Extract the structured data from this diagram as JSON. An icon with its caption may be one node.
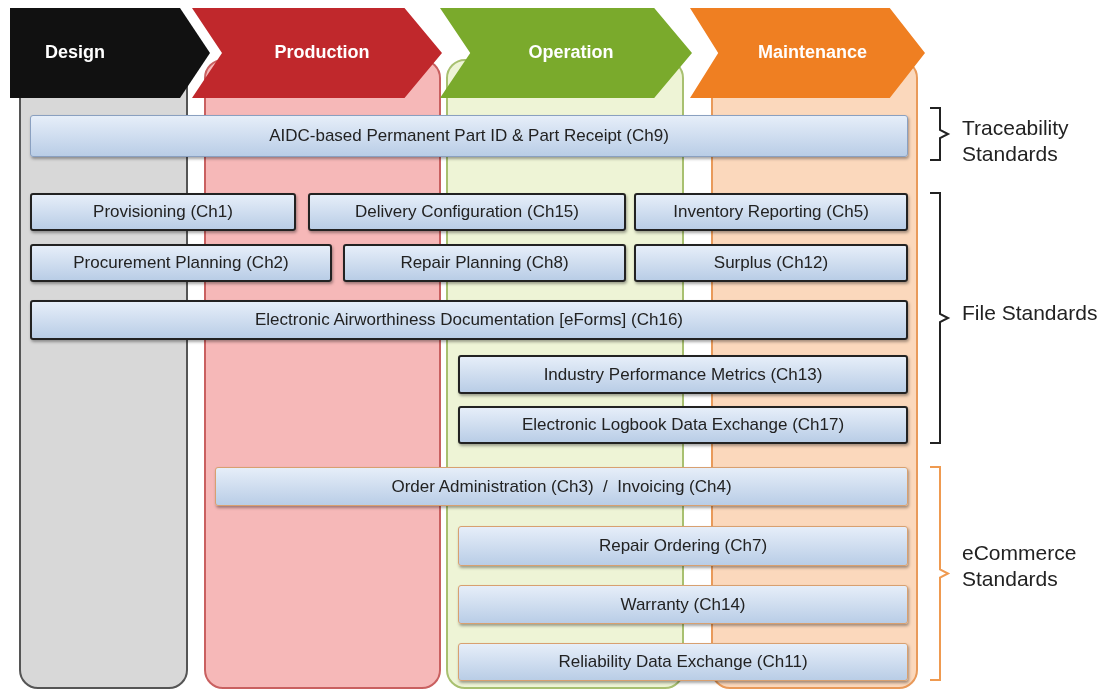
{
  "diagram": {
    "nodes": [
      {
        "text": [
          "Design"
        ]
      },
      {
        "text": [
          "Production"
        ]
      },
      {
        "text": [
          "Operation"
        ]
      },
      {
        "text": [
          "Maintenance"
        ]
      },
      {
        "text": [
          "AIDC-based Permanent Part ID & Part Receipt (Ch9)"
        ]
      },
      {
        "text": [
          "Provisioning (Ch1)"
        ]
      },
      {
        "text": [
          "Delivery Configuration (Ch15)"
        ]
      },
      {
        "text": [
          "Inventory Reporting (Ch5)"
        ]
      },
      {
        "text": [
          "Procurement Planning (Ch2)"
        ]
      },
      {
        "text": [
          "Repair Planning (Ch8)"
        ]
      },
      {
        "text": [
          "Surplus (Ch12)"
        ]
      },
      {
        "text": [
          "Electronic Airworthiness Documentation [eForms] (Ch16)"
        ]
      },
      {
        "text": [
          "Industry Performance Metrics (Ch13)"
        ]
      },
      {
        "text": [
          "Electronic Logbook Data Exchange (Ch17)"
        ]
      },
      {
        "text": [
          "Order Administration (Ch3)  /  Invoicing (Ch4)"
        ]
      },
      {
        "text": [
          "Repair Ordering (Ch7)"
        ]
      },
      {
        "text": [
          "Warranty (Ch14)"
        ]
      },
      {
        "text": [
          "Reliability Data Exchange (Ch11)"
        ]
      }
    ],
    "edges": [],
    "labels": [
      "Traceability Standards",
      "File Standards",
      "eCommerce Standards"
    ]
  }
}
